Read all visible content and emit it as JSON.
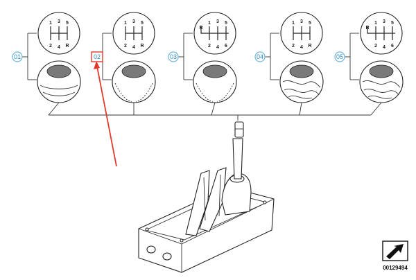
{
  "items": [
    {
      "position": "01",
      "gears": [
        "1",
        "3",
        "5",
        "2",
        "4",
        "R"
      ],
      "highlighted": false
    },
    {
      "position": "02",
      "gears": [
        "1",
        "3",
        "5",
        "2",
        "4",
        "R"
      ],
      "highlighted": true
    },
    {
      "position": "03",
      "gears": [
        "R",
        "1",
        "3",
        "5",
        "2",
        "4",
        "6"
      ],
      "highlighted": false
    },
    {
      "position": "04",
      "gears": [
        "1",
        "3",
        "5",
        "2",
        "4",
        "R"
      ],
      "highlighted": false
    },
    {
      "position": "05",
      "gears": [
        "R",
        "1",
        "3",
        "5",
        "2",
        "4",
        "6"
      ],
      "highlighted": false
    }
  ],
  "reference_number": "00129494",
  "colors": {
    "position_circle": "#6fb6e0",
    "highlight": "#e23a2a",
    "line": "#333333"
  }
}
